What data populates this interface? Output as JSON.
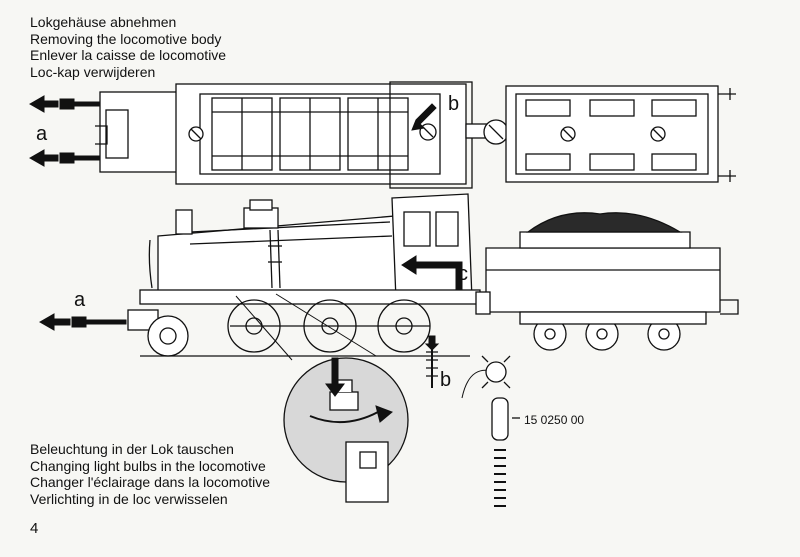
{
  "heading": {
    "lines": [
      "Lokgehäuse abnehmen",
      "Removing the locomotive body",
      "Enlever la caisse de locomotive",
      "Loc-kap verwijderen"
    ]
  },
  "subheading": {
    "lines": [
      "Beleuchtung in der Lok tauschen",
      "Changing light bulbs in the locomotive",
      "Changer l'éclairage dans la locomotive",
      "Verlichting in de loc verwisselen"
    ]
  },
  "labels": {
    "a_top": "a",
    "b_top": "b",
    "c_mid": "c",
    "a_mid": "a",
    "b_bottom": "b"
  },
  "part_number": "15 0250 00",
  "page_number": "4"
}
